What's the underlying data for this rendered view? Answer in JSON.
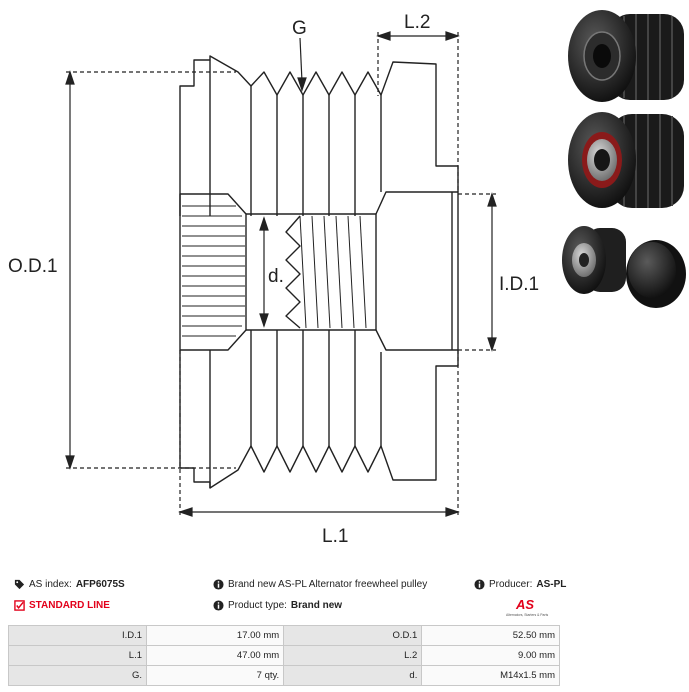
{
  "drawing": {
    "labels": {
      "g": "G",
      "l2": "L.2",
      "od1": "O.D.1",
      "id1": "I.D.1",
      "d": "d.",
      "l1": "L.1"
    }
  },
  "info": {
    "as_index_label": "AS index:",
    "as_index_value": "AFP6075S",
    "standard_line": "STANDARD LINE",
    "description": "Brand new AS-PL Alternator freewheel pulley",
    "product_type_label": "Product type:",
    "product_type_value": "Brand new",
    "producer_label": "Producer:",
    "producer_value": "AS-PL"
  },
  "logo": {
    "text": "AS",
    "tagline": "Alternators, Starters & Parts",
    "color": "#e2001a"
  },
  "specs": [
    {
      "label_left": "I.D.1",
      "value_left": "17.00 mm",
      "label_right": "O.D.1",
      "value_right": "52.50 mm"
    },
    {
      "label_left": "L.1",
      "value_left": "47.00 mm",
      "label_right": "L.2",
      "value_right": "9.00 mm"
    },
    {
      "label_left": "G.",
      "value_left": "7 qty.",
      "label_right": "d.",
      "value_right": "M14x1.5 mm"
    }
  ],
  "icons": [
    "tag-icon",
    "checkbox-icon",
    "info-icon",
    "info-icon",
    "info-icon"
  ]
}
